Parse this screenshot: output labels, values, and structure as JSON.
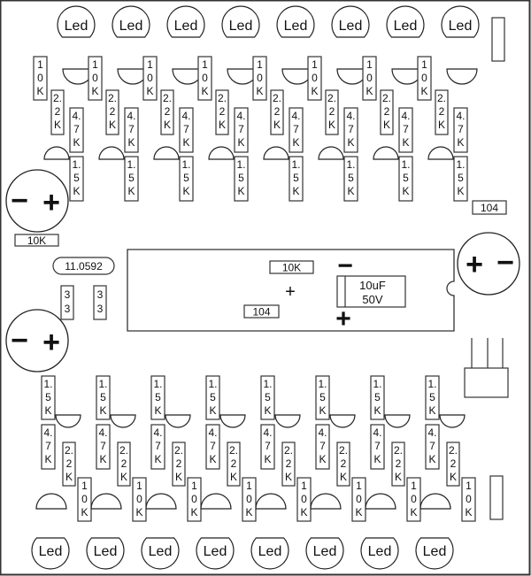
{
  "board": {
    "title": "LED chaser PCB component layout",
    "top_leds": [
      "Led",
      "Led",
      "Led",
      "Led",
      "Led",
      "Led",
      "Led",
      "Led"
    ],
    "bottom_leds": [
      "Led",
      "Led",
      "Led",
      "Led",
      "Led",
      "Led",
      "Led",
      "Led"
    ],
    "top_channel_resistors": {
      "r1": [
        "1",
        "0",
        "K"
      ],
      "r2": [
        "2.",
        "2",
        "K"
      ],
      "r3": [
        "4.",
        "7",
        "K"
      ],
      "r4": [
        "1.",
        "5",
        "K"
      ]
    },
    "bottom_channel_resistors": {
      "r1": [
        "1.",
        "5",
        "K"
      ],
      "r2": [
        "4.",
        "7",
        "K"
      ],
      "r3": [
        "2.",
        "2",
        "K"
      ],
      "r4": [
        "1",
        "0",
        "K"
      ]
    },
    "channels_per_row": 8,
    "left_cap_top": {
      "minus": "−",
      "plus": "+"
    },
    "left_cap_bottom": {
      "minus": "−",
      "plus": "+"
    },
    "right_cap": {
      "plus": "+",
      "minus": "−"
    },
    "resistor_10k_left": "10K",
    "crystal": "11.0592",
    "cap_33_a": [
      "3",
      "3"
    ],
    "cap_33_b": [
      "3",
      "3"
    ],
    "cap_104_right": "104",
    "ic": {
      "resistor_label": "10K",
      "cap_label": "104",
      "center_mark": "+",
      "electrolytic": {
        "line1": "10uF",
        "line2": "50V",
        "minus": "−",
        "plus": "+"
      }
    }
  }
}
